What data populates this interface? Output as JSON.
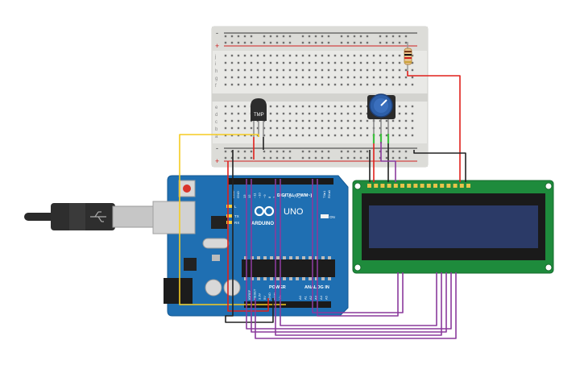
{
  "board": {
    "brand": "ARDUINO",
    "model": "UNO",
    "digital_label": "DIGITAL (PWM~)",
    "power_label": "POWER",
    "analog_label": "ANALOG IN",
    "on_label": "ON",
    "led_l": "L",
    "led_tx": "TX",
    "led_rx": "RX",
    "aref": "AREF",
    "gnd": "GND",
    "tx_pin": "TX▸1",
    "rx_pin": "RX◂0",
    "digital_pins": [
      "13",
      "12",
      "~11",
      "~10",
      "~9",
      "8",
      "7",
      "~6",
      "~5",
      "4",
      "~3",
      "2"
    ],
    "power_pins": [
      "IOREF",
      "RESET",
      "3.3V",
      "5V",
      "GND",
      "GND",
      "Vin"
    ],
    "analog_pins": [
      "A0",
      "A1",
      "A2",
      "A3",
      "A4",
      "A5"
    ]
  },
  "sensor": {
    "label": "TMP"
  },
  "breadboard": {
    "row_labels_top": [
      "j",
      "i",
      "h",
      "g",
      "f"
    ],
    "row_labels_bottom": [
      "e",
      "d",
      "c",
      "b",
      "a"
    ],
    "plus": "+",
    "minus": "-"
  },
  "colors": {
    "board": "#1f6fb2",
    "wire_red": "#e0201b",
    "wire_black": "#222222",
    "wire_yellow": "#f5cc21",
    "wire_green": "#3fbf3f",
    "wire_purple": "#8a3a9c",
    "lcd_pcb": "#1e8b3c",
    "lcd_screen": "#2b3a67"
  }
}
